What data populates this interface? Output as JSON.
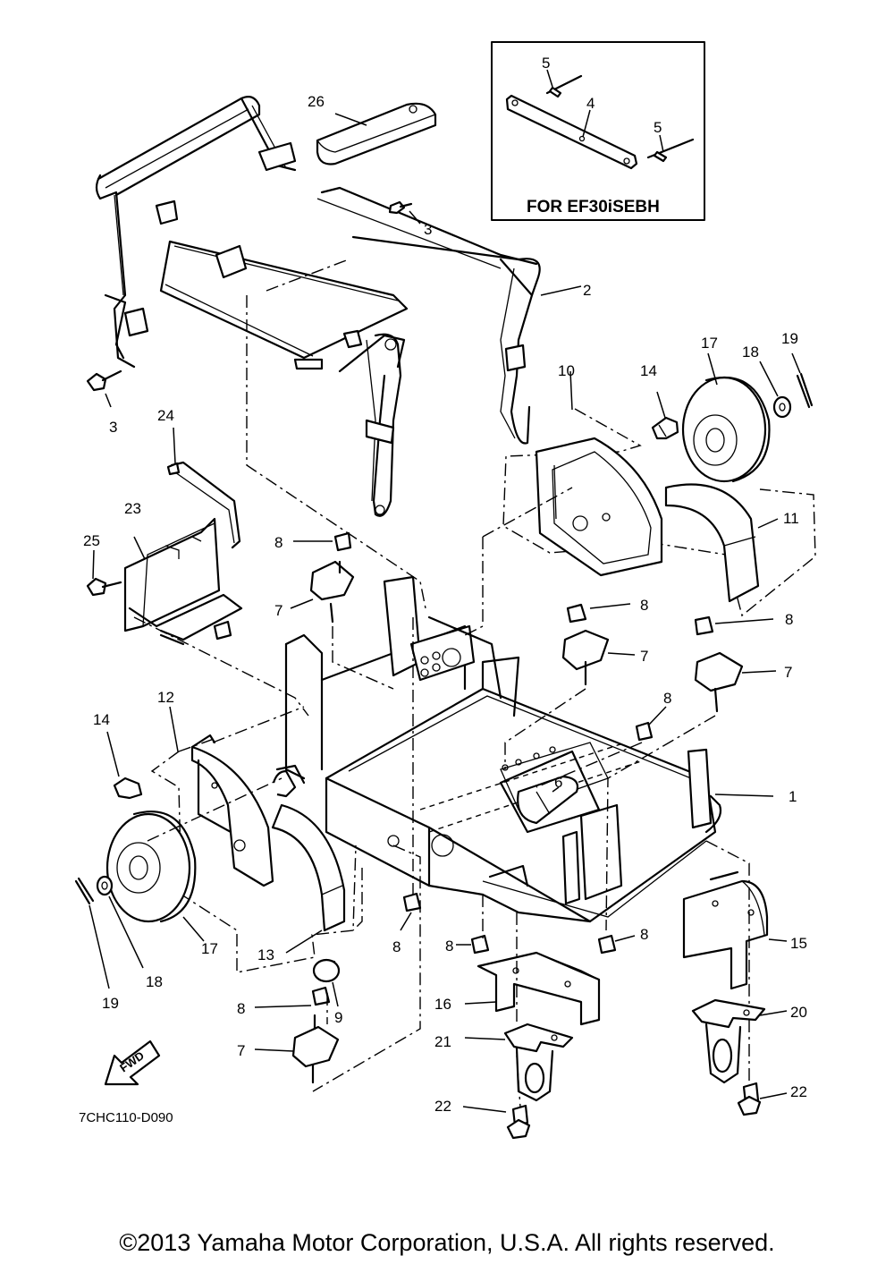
{
  "diagram": {
    "inset_title": "FOR EF30iSEBH",
    "drawing_code": "7CHC110-D090",
    "direction_label": "FWD",
    "callouts": [
      {
        "id": "c1",
        "label": "1"
      },
      {
        "id": "c2",
        "label": "2"
      },
      {
        "id": "c3a",
        "label": "3"
      },
      {
        "id": "c3b",
        "label": "3"
      },
      {
        "id": "c4",
        "label": "4"
      },
      {
        "id": "c5a",
        "label": "5"
      },
      {
        "id": "c5b",
        "label": "5"
      },
      {
        "id": "c6",
        "label": "6"
      },
      {
        "id": "c7a",
        "label": "7"
      },
      {
        "id": "c7b",
        "label": "7"
      },
      {
        "id": "c7c",
        "label": "7"
      },
      {
        "id": "c7d",
        "label": "7"
      },
      {
        "id": "c8a",
        "label": "8"
      },
      {
        "id": "c8b",
        "label": "8"
      },
      {
        "id": "c8c",
        "label": "8"
      },
      {
        "id": "c8d",
        "label": "8"
      },
      {
        "id": "c8e",
        "label": "8"
      },
      {
        "id": "c8f",
        "label": "8"
      },
      {
        "id": "c8g",
        "label": "8"
      },
      {
        "id": "c8h",
        "label": "8"
      },
      {
        "id": "c9",
        "label": "9"
      },
      {
        "id": "c10",
        "label": "10"
      },
      {
        "id": "c11",
        "label": "11"
      },
      {
        "id": "c12",
        "label": "12"
      },
      {
        "id": "c13",
        "label": "13"
      },
      {
        "id": "c14a",
        "label": "14"
      },
      {
        "id": "c14b",
        "label": "14"
      },
      {
        "id": "c15",
        "label": "15"
      },
      {
        "id": "c16",
        "label": "16"
      },
      {
        "id": "c17a",
        "label": "17"
      },
      {
        "id": "c17b",
        "label": "17"
      },
      {
        "id": "c18a",
        "label": "18"
      },
      {
        "id": "c18b",
        "label": "18"
      },
      {
        "id": "c19a",
        "label": "19"
      },
      {
        "id": "c19b",
        "label": "19"
      },
      {
        "id": "c20",
        "label": "20"
      },
      {
        "id": "c21",
        "label": "21"
      },
      {
        "id": "c22a",
        "label": "22"
      },
      {
        "id": "c22b",
        "label": "22"
      },
      {
        "id": "c23",
        "label": "23"
      },
      {
        "id": "c24",
        "label": "24"
      },
      {
        "id": "c25",
        "label": "25"
      },
      {
        "id": "c26",
        "label": "26"
      }
    ]
  },
  "footer": {
    "copyright": "©2013 Yamaha Motor Corporation, U.S.A. All rights reserved."
  }
}
